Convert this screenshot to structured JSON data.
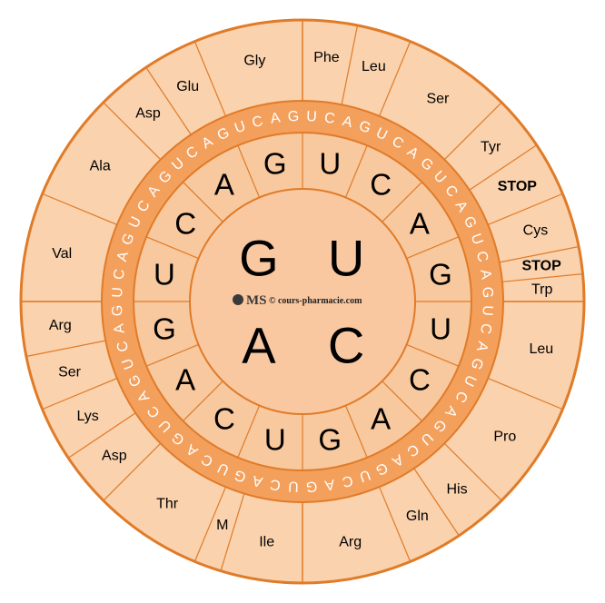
{
  "colors": {
    "outer_fill": "#fad2ad",
    "mid_fill": "#f8c89e",
    "band_fill": "#f4a05d",
    "inner_fill": "#f9c8a0",
    "stroke": "#e07b28",
    "third_text": "#ffffff"
  },
  "bases": [
    "U",
    "C",
    "A",
    "G"
  ],
  "quadrants": [
    "G",
    "U",
    "A",
    "C"
  ],
  "amino_acids": [
    {
      "label": "Phe",
      "stop": false
    },
    {
      "label": "Leu",
      "stop": false
    },
    {
      "label": "Ser",
      "stop": false
    },
    {
      "label": "Tyr",
      "stop": false
    },
    {
      "label": "STOP",
      "stop": true
    },
    {
      "label": "Cys",
      "stop": false
    },
    {
      "label": "STOP",
      "stop": true
    },
    {
      "label": "Trp",
      "stop": false
    },
    {
      "label": "Leu",
      "stop": false
    },
    {
      "label": "Pro",
      "stop": false
    },
    {
      "label": "His",
      "stop": false
    },
    {
      "label": "Gln",
      "stop": false
    },
    {
      "label": "Arg",
      "stop": false
    },
    {
      "label": "Ile",
      "stop": false
    },
    {
      "label": "M",
      "stop": false
    },
    {
      "label": "Thr",
      "stop": false
    },
    {
      "label": "Asp",
      "stop": false
    },
    {
      "label": "Lys",
      "stop": false
    },
    {
      "label": "Ser",
      "stop": false
    },
    {
      "label": "Arg",
      "stop": false
    },
    {
      "label": "Val",
      "stop": false
    },
    {
      "label": "Ala",
      "stop": false
    },
    {
      "label": "Asp",
      "stop": false
    },
    {
      "label": "Glu",
      "stop": false
    },
    {
      "label": "Gly",
      "stop": false
    }
  ],
  "logo": {
    "mark": "MS",
    "text": "© cours-pharmacie.com"
  }
}
